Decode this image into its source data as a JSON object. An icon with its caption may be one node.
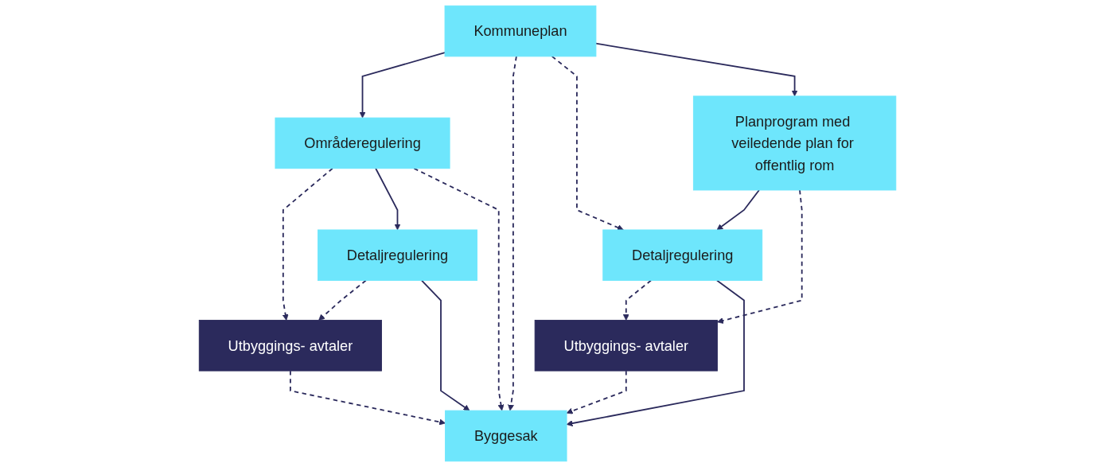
{
  "diagram": {
    "nodes": [
      {
        "text": [
          "Kommuneplan"
        ]
      },
      {
        "text": [
          "Områderegulering"
        ]
      },
      {
        "text": [
          "Planprogram med veiledende plan for offentlig rom"
        ]
      },
      {
        "text": [
          "Utbyggings- avtaler"
        ]
      },
      {
        "text": [
          "Detaljregulering"
        ]
      },
      {
        "text": [
          "Detaljregulering"
        ]
      },
      {
        "text": [
          "Utbyggings- avtaler"
        ]
      },
      {
        "text": [
          "Byggesak"
        ]
      }
    ],
    "edges": [
      {
        "from": 0,
        "to": 1,
        "arrow": "to"
      },
      {
        "from": 0,
        "to": 7,
        "arrow": "to",
        "style": "dashed"
      },
      {
        "from": 0,
        "to": 5,
        "arrow": "to",
        "style": "dashed"
      },
      {
        "from": 0,
        "to": 2,
        "arrow": "to"
      },
      {
        "from": 1,
        "to": 3,
        "arrow": "to",
        "style": "dashed"
      },
      {
        "from": 1,
        "to": 4,
        "arrow": "to"
      },
      {
        "from": 1,
        "to": 7,
        "arrow": "to",
        "style": "dashed"
      },
      {
        "from": 2,
        "to": 5,
        "arrow": "to"
      },
      {
        "from": 2,
        "to": 6,
        "arrow": "to",
        "style": "dashed"
      },
      {
        "from": 4,
        "to": 3,
        "arrow": "to",
        "style": "dashed"
      },
      {
        "from": 4,
        "to": 7,
        "arrow": "to"
      },
      {
        "from": 5,
        "to": 6,
        "arrow": "to",
        "style": "dashed"
      },
      {
        "from": 5,
        "to": 7,
        "arrow": "to"
      },
      {
        "from": 3,
        "to": 7,
        "arrow": "to",
        "style": "dashed"
      },
      {
        "from": 6,
        "to": 7,
        "arrow": "to",
        "style": "dashed"
      }
    ]
  }
}
